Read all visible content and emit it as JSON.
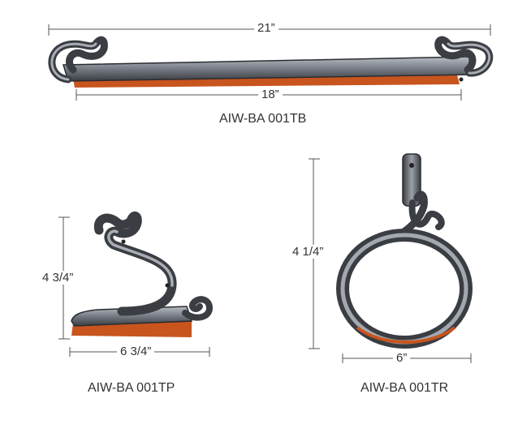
{
  "products": [
    {
      "code": "AIW-BA 001TB",
      "dimensions": {
        "overall_width": "21”",
        "bar_length": "18”"
      },
      "image": "towel-bar-icon"
    },
    {
      "code": "AIW-BA 001TP",
      "dimensions": {
        "height": "4 3/4”",
        "width": "6 3/4”"
      },
      "image": "paper-holder-icon"
    },
    {
      "code": "AIW-BA 001TR",
      "dimensions": {
        "height": "4 1/4”",
        "width": "6”"
      },
      "image": "towel-ring-icon"
    }
  ],
  "colors": {
    "iron_dark": "#3a3d42",
    "iron_mid": "#7c818a",
    "iron_light": "#b9bec6",
    "rust": "#c8541e",
    "dimension_line": "#555555"
  }
}
